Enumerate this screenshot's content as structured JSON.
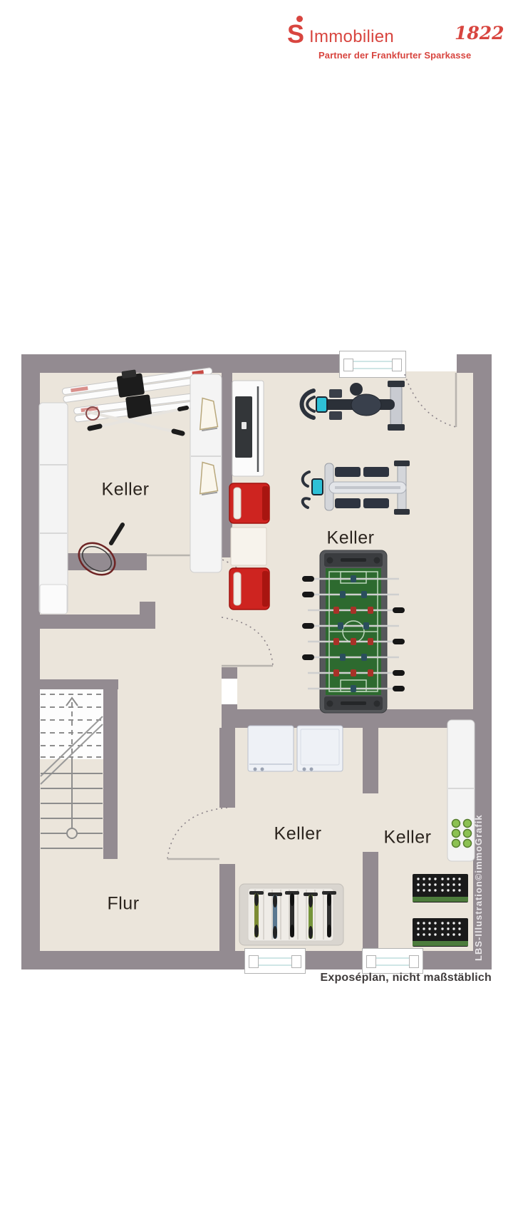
{
  "header": {
    "logo_letter": "S",
    "brand": "Immobilien",
    "logo_year": "1822",
    "tagline": "Partner der Frankfurter Sparkasse"
  },
  "plan": {
    "caption": "Exposéplan, nicht maßstäblich",
    "watermark": "LBS-Illustration©immoGrafik",
    "rooms": [
      {
        "id": "keller-top-left",
        "label": "Keller"
      },
      {
        "id": "keller-top-right",
        "label": "Keller"
      },
      {
        "id": "keller-bottom-middle",
        "label": "Keller"
      },
      {
        "id": "keller-bottom-right",
        "label": "Keller"
      },
      {
        "id": "flur",
        "label": "Flur"
      }
    ],
    "icons": [
      "skis-icon",
      "ski-poles-icon",
      "tennis-racket-icon",
      "ice-skates-icon",
      "shelf-icon",
      "desk-monitor-icon",
      "armchair-icon",
      "side-table-icon",
      "exercise-bike-icon",
      "rowing-machine-icon",
      "foosball-table-icon",
      "washing-machine-icon",
      "stairs-icon",
      "door-swing-icon",
      "window-icon",
      "bottle-crate-icon",
      "beverage-crate-icon",
      "bike-rack-icon"
    ]
  },
  "theme": {
    "brand_red": "#d8453f",
    "wall": "#938b91",
    "floor": "#ebe5db",
    "foosball_green": "#2d6a2f",
    "chair_red": "#ce2420",
    "crate_green": "#8cc152"
  }
}
